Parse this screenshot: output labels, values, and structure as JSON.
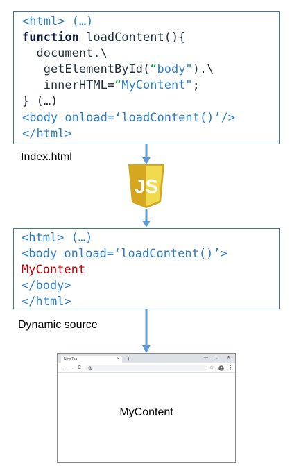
{
  "index_code": {
    "line1_tag": "<html>",
    "line1_rest": " (…)",
    "line2_kw": "function",
    "line2_rest": " loadContent(){",
    "line3": "  document.\\",
    "line4_pre": "   getElementById(",
    "line4_q1": "“",
    "line4_str": "body\"",
    "line4_post": ").\\",
    "line5_pre": "   innerHTML=",
    "line5_q1": "“",
    "line5_str": "MyContent\"",
    "line5_post": ";",
    "line6": "} (…)",
    "line7": "<body onload=‘loadContent()’/>",
    "line8": "</html>"
  },
  "index_caption": "Index.html",
  "js_badge_label": "JS",
  "dynamic_code": {
    "line1_tag": "<html>",
    "line1_rest": " (…)",
    "line2": "<body onload=‘loadContent()’>",
    "line3": "MyContent",
    "line4": "</body>",
    "line5": "</html>"
  },
  "dynamic_caption": "Dynamic source",
  "browser": {
    "tab_title": "New Tab",
    "tab_close": "×",
    "new_tab": "+",
    "minimize": "—",
    "maximize": "□",
    "close": "✕",
    "back": "←",
    "forward": "→",
    "reload": "C",
    "search_icon": "search-icon",
    "star": "☆",
    "menu": "⋮",
    "content": "MyContent"
  },
  "colors": {
    "box_border": "#41719c",
    "tag_blue": "#2b7ec9",
    "keyword_navy": "#0d1b3d",
    "quote_green": "#1a9a3a",
    "content_red": "#c00000",
    "arrow_blue": "#5b9bd5",
    "js_yellow": "#f0db4f"
  }
}
